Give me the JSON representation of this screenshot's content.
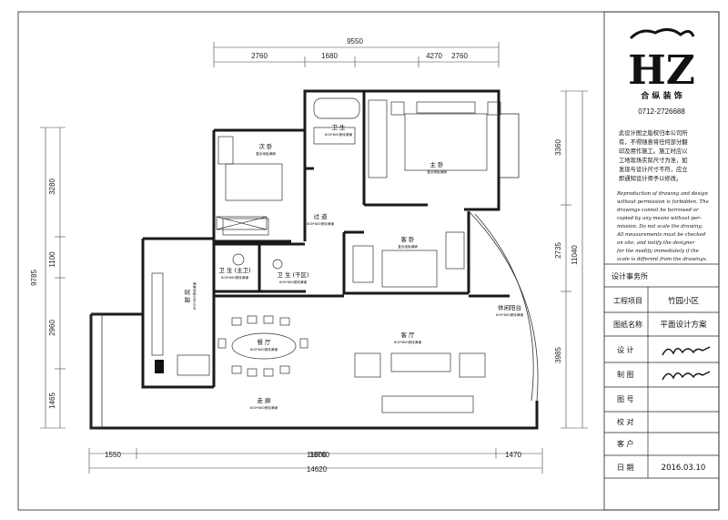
{
  "dimensions": {
    "top_total": "9550",
    "top_segments": [
      "2760",
      "1680",
      "4270",
      "2760"
    ],
    "left_total": "9785",
    "left_segments": [
      "3280",
      "1100",
      "2960",
      "1465"
    ],
    "right_total": "11040",
    "right_segments": [
      "3360",
      "2735",
      "3985"
    ],
    "bottom_total": "14620",
    "bottom_segments": [
      "1550",
      "11600",
      "1470"
    ],
    "bottom_overlay": "10760"
  },
  "rooms": {
    "second_bedroom": {
      "name": "次 卧",
      "floor": "复合地板满铺"
    },
    "master_bedroom": {
      "name": "主 卧",
      "floor": "复合地板满铺"
    },
    "guest_bedroom": {
      "name": "客 卧",
      "floor": "复合地板满铺"
    },
    "corridor": {
      "name": "过 道",
      "floor": "800*800瓷砖满铺"
    },
    "bathroom1": {
      "name": "卫 生",
      "floor": "600*600瓷砖满铺"
    },
    "bathroom2": {
      "name": "卫 生 (主卫)",
      "floor": "600*600瓷砖满铺"
    },
    "bathroom3": {
      "name": "卫 生 (干区)",
      "floor": "600*600瓷砖满铺"
    },
    "kitchen": {
      "name": "厨 房",
      "floor": "800*800瓷砖满铺"
    },
    "dining": {
      "name": "餐 厅",
      "floor": "800*800瓷砖满铺"
    },
    "living": {
      "name": "客 厅",
      "floor": "800*800瓷砖满铺"
    },
    "hallway": {
      "name": "走 廊",
      "floor": "800*800瓷砖满铺"
    },
    "balcony": {
      "name": "休闲阳台",
      "floor": "600*600瓷砖满铺"
    }
  },
  "title_block": {
    "logo_text": "HZ",
    "company": "合 纵 装 饰",
    "phone": "0712-2726688",
    "notice_cn": [
      "此设计图之版权归本公司所",
      "有，不得随意将任何部分翻",
      "印及用作施工。施工时应以",
      "工地现场实际尺寸为准，如",
      "发现与设计尺寸不符，应立",
      "即通知设计师予以修改。"
    ],
    "notice_en": [
      "Reproduction of drawing and design",
      "without permission is forbidden. The",
      "drawings cannot be borrowed or",
      "copied by any means without per-",
      "mission. Do not scale the drawing.",
      "All measurements must be checked",
      "on site, and notify the designer",
      "for the modify immediately if the",
      "scale is different from the drawings."
    ],
    "rows": [
      {
        "label": "设计事务所",
        "value": ""
      },
      {
        "label": "工程项目",
        "value": "竹园小区"
      },
      {
        "label": "图纸名称",
        "value": "平面设计方案"
      },
      {
        "label": "设 计",
        "value": "signature"
      },
      {
        "label": "制 图",
        "value": "signature"
      },
      {
        "label": "图 号",
        "value": ""
      },
      {
        "label": "校 对",
        "value": ""
      },
      {
        "label": "客 户",
        "value": ""
      },
      {
        "label": "日 期",
        "value": "2016.03.10"
      }
    ]
  }
}
